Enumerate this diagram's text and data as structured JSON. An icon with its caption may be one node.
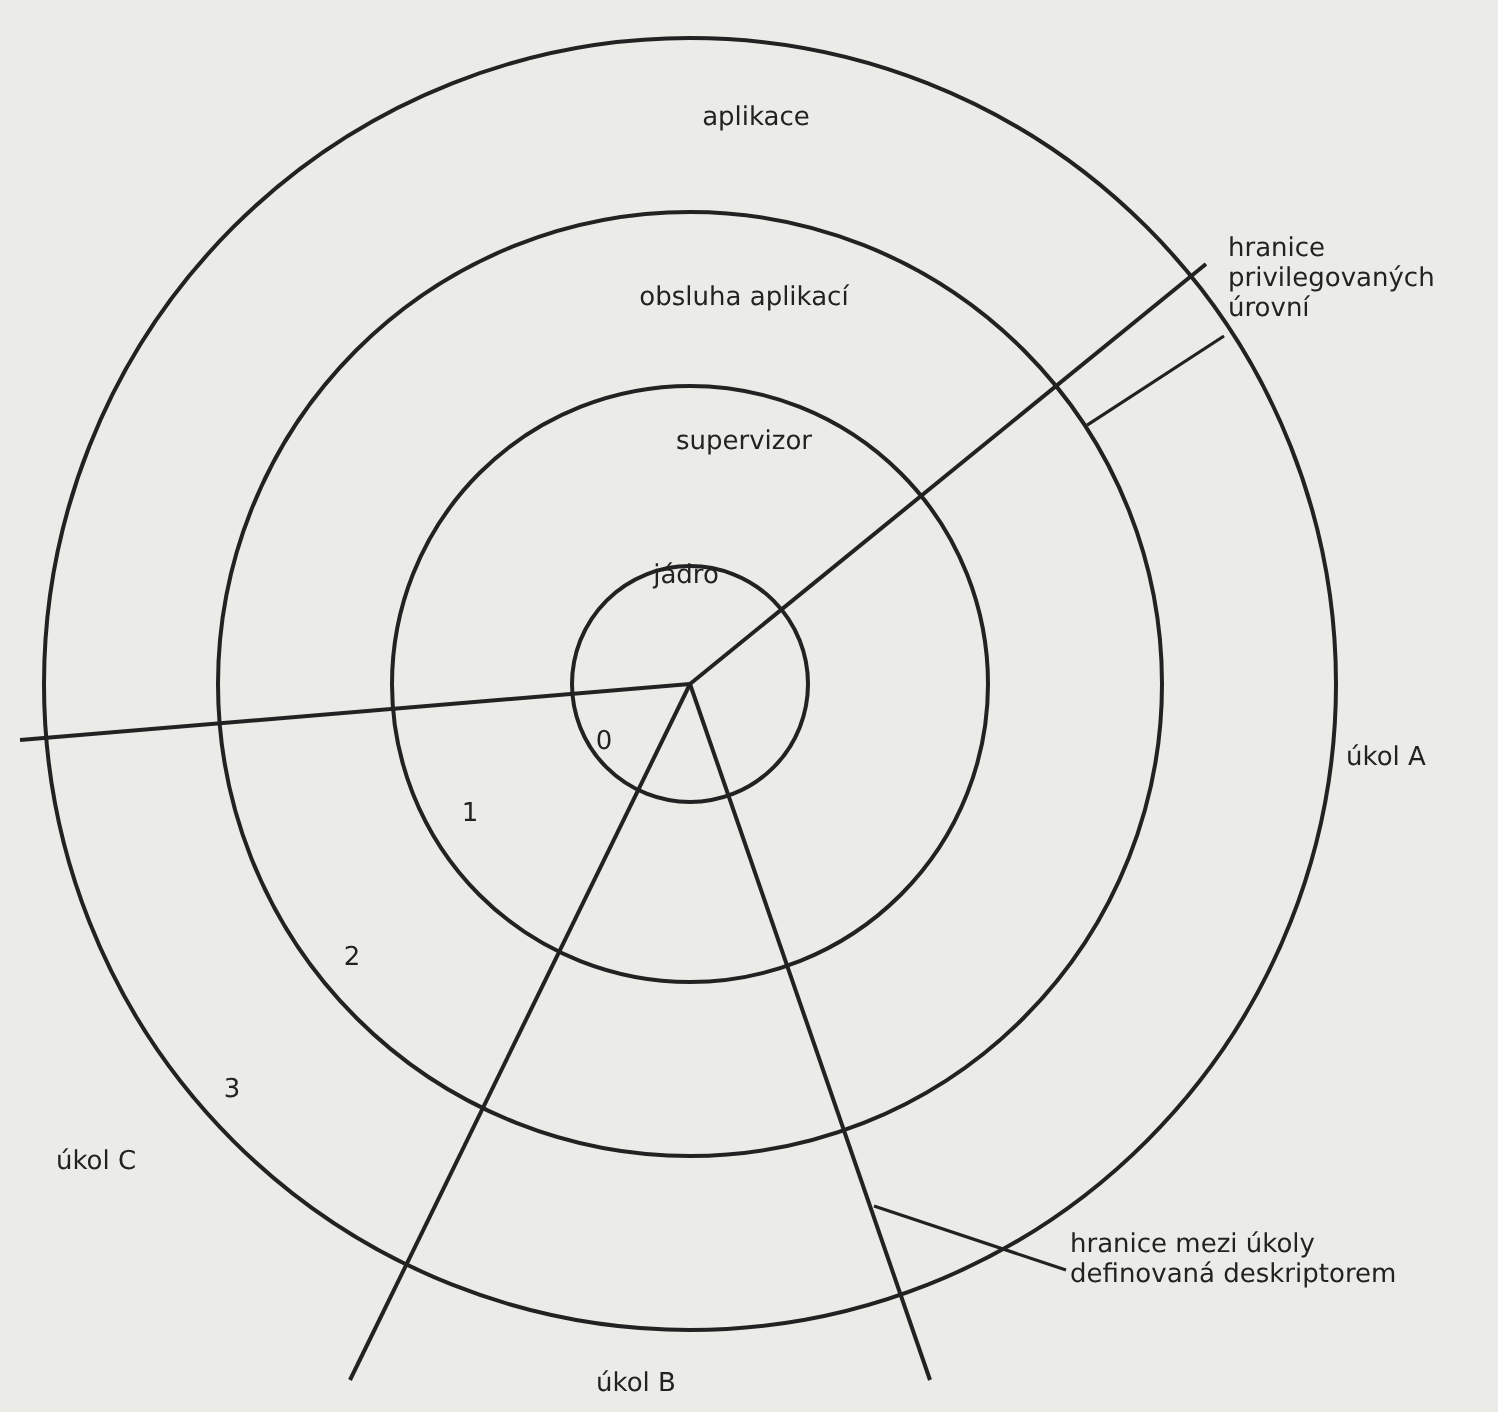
{
  "diagram": {
    "nodes": [
      {
        "text": [
          "aplikace"
        ]
      },
      {
        "text": [
          "obsluha aplikací"
        ],
        "in": 0
      },
      {
        "text": [
          "supervizor"
        ],
        "in": 1
      },
      {
        "text": [
          "jádro"
        ],
        "in": 2
      },
      {
        "text": [
          "hranice privilegovaných úrovní"
        ]
      },
      {
        "text": [
          "hranice mezi úkoly definovaná deskriptorem"
        ]
      }
    ],
    "edges": [
      {
        "from": 4,
        "to": 1,
        "arrow": "none"
      },
      {
        "from": 5,
        "to": null,
        "arrow": "none"
      }
    ],
    "labels": [
      "0",
      "úkol A",
      "1",
      "2",
      "3",
      "úkol C",
      "úkol B"
    ]
  }
}
